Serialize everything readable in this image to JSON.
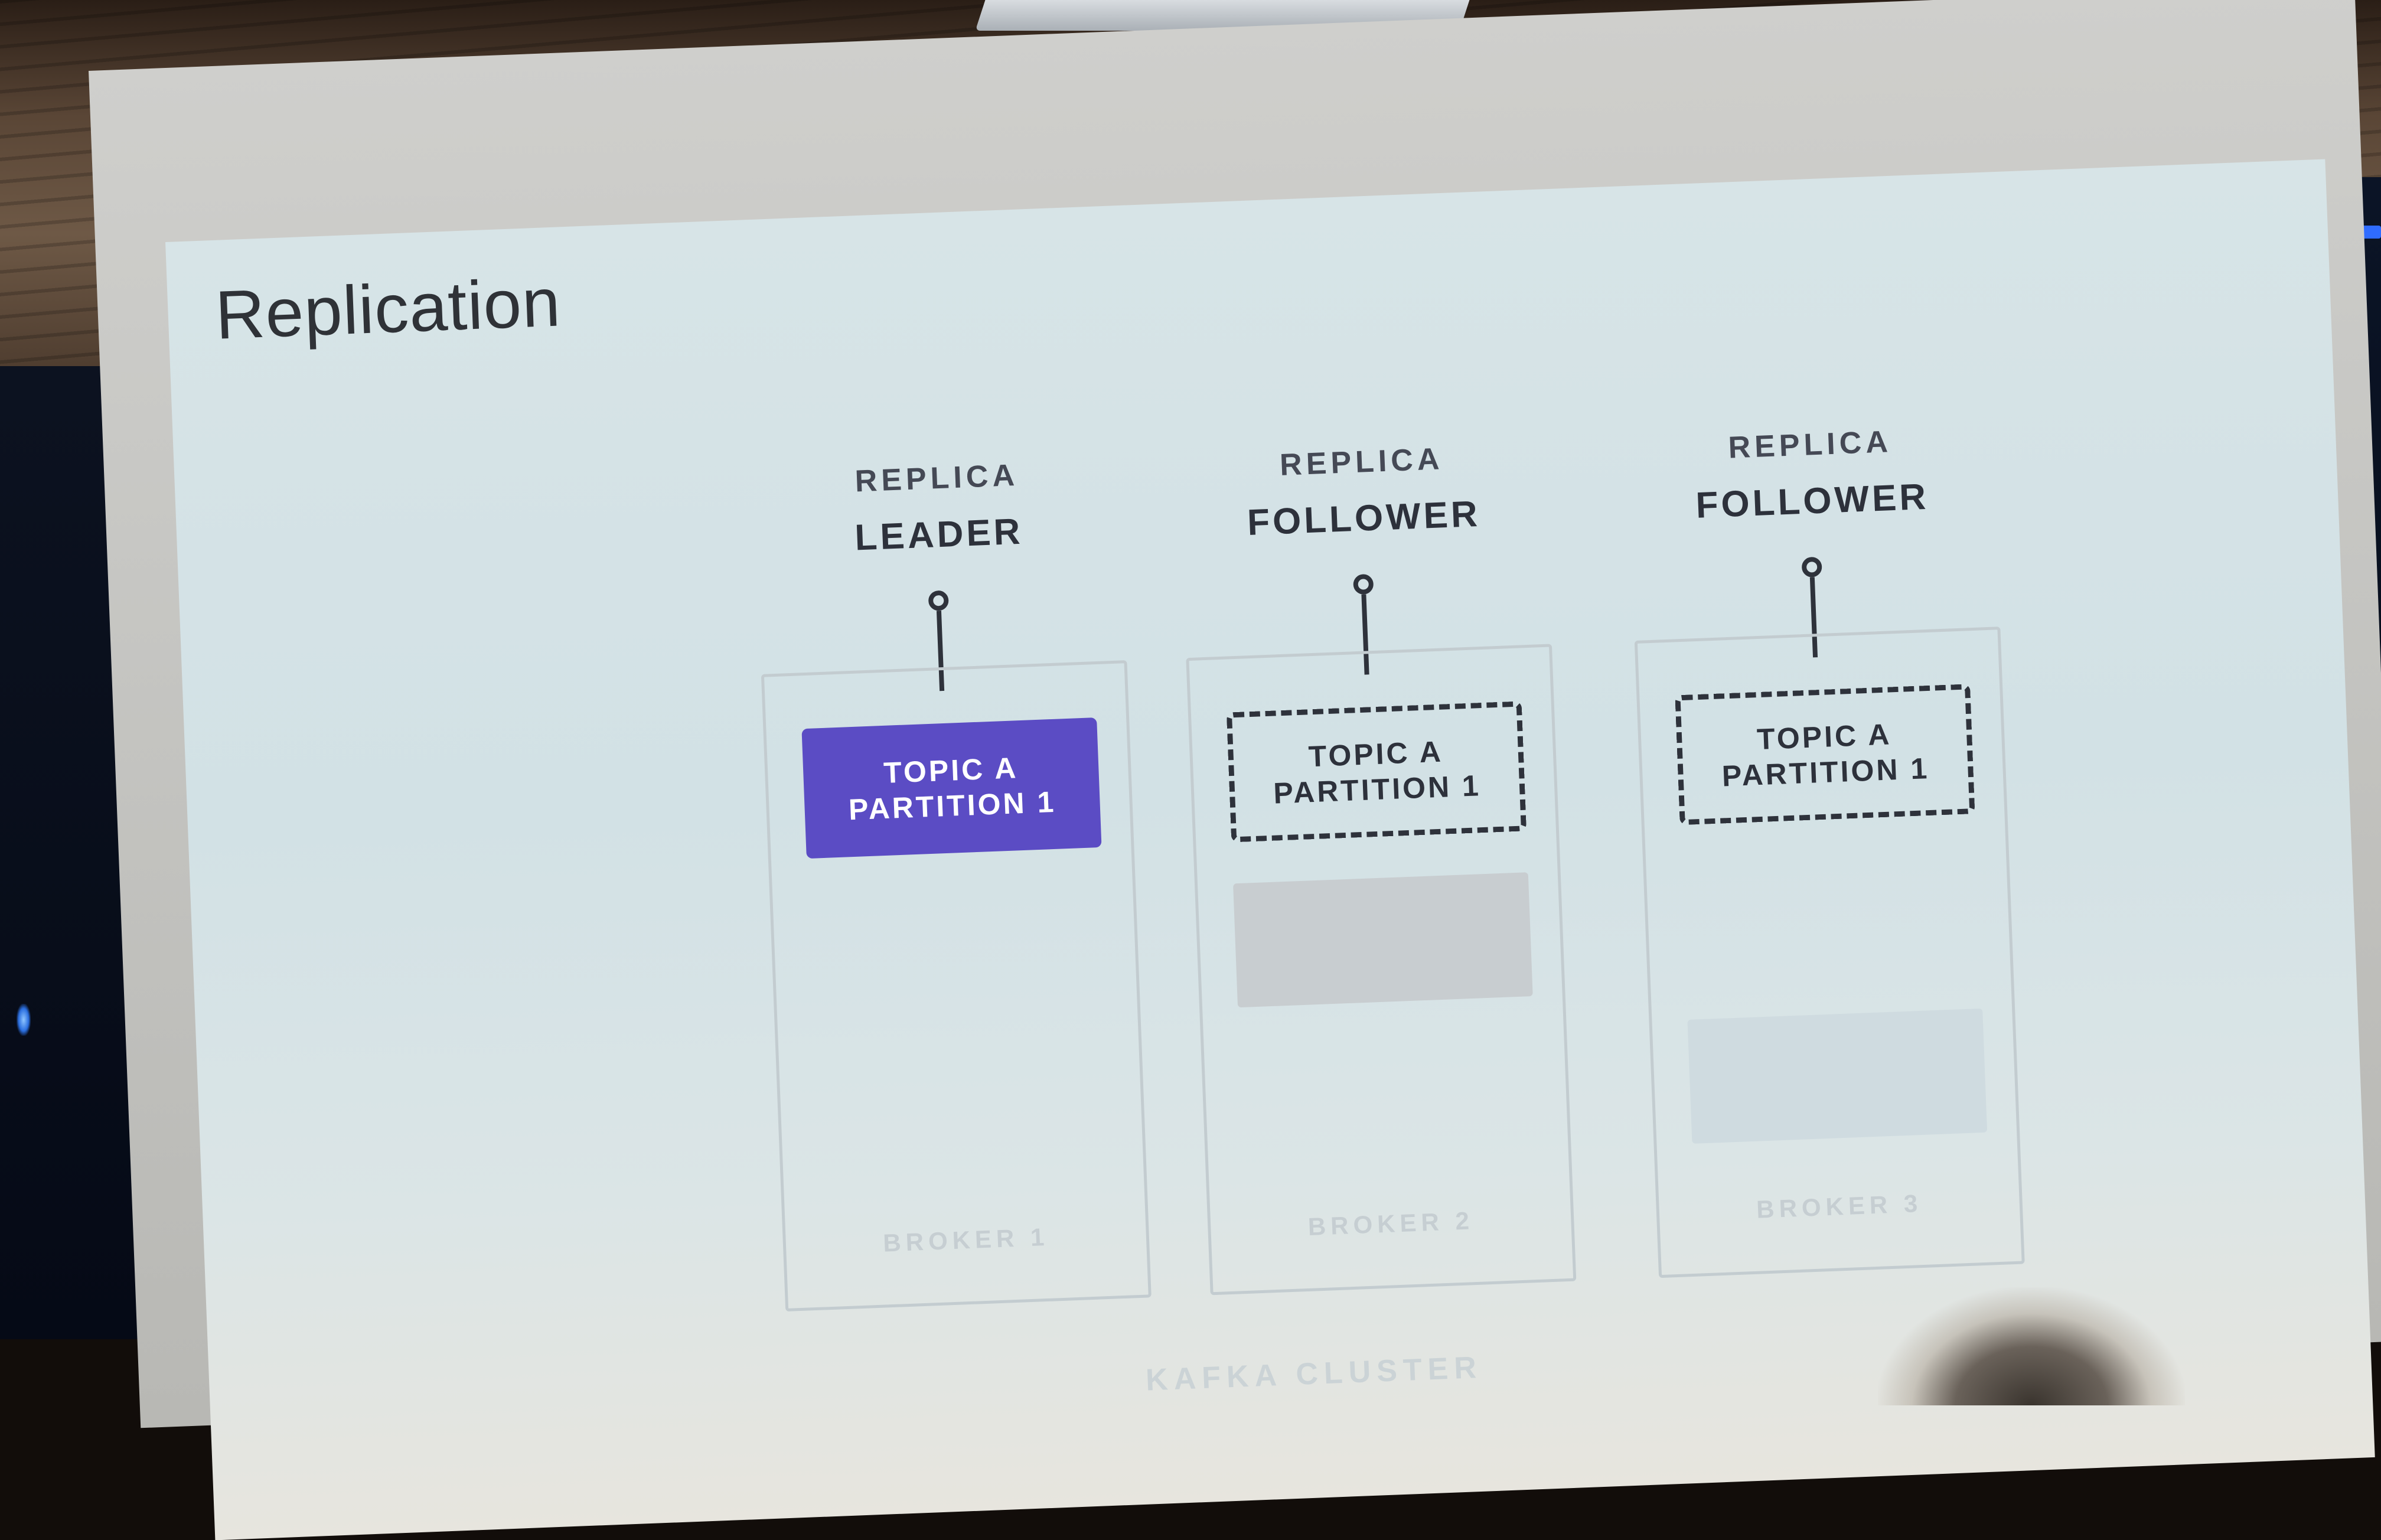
{
  "slide": {
    "title": "Replication",
    "cluster_label": "KAFKA CLUSTER",
    "accent_color": "#5b4cc4",
    "brokers": [
      {
        "label": "BROKER 1",
        "role_kind": "REPLICA",
        "role_name": "LEADER",
        "partition_line1": "TOPIC A",
        "partition_line2": "PARTITION 1",
        "style": "solid"
      },
      {
        "label": "BROKER 2",
        "role_kind": "REPLICA",
        "role_name": "FOLLOWER",
        "partition_line1": "TOPIC A",
        "partition_line2": "PARTITION 1",
        "style": "dashed"
      },
      {
        "label": "BROKER 3",
        "role_kind": "REPLICA",
        "role_name": "FOLLOWER",
        "partition_line1": "TOPIC A",
        "partition_line2": "PARTITION 1",
        "style": "dashed"
      }
    ]
  }
}
